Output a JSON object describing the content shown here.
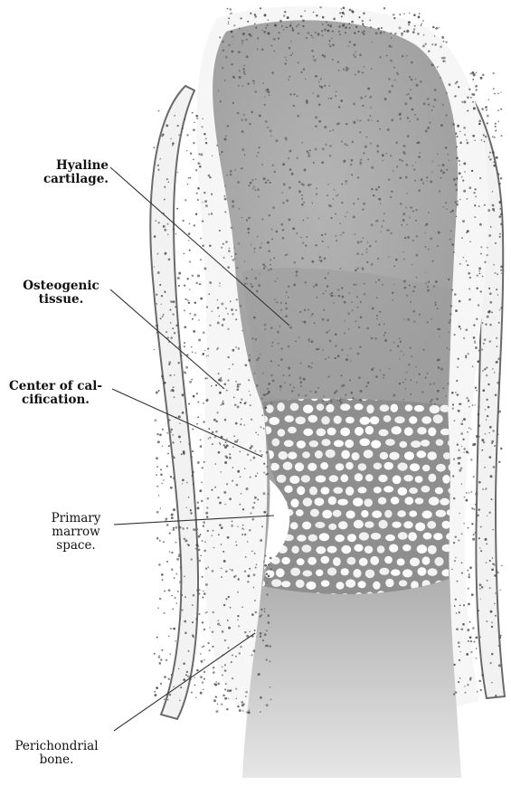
{
  "labels": {
    "hyaline": {
      "line1": "Hyaline",
      "line2": "cartilage."
    },
    "osteogenic": {
      "line1": "Osteogenic",
      "line2": "tissue."
    },
    "calcification": {
      "line1": "Center of cal-",
      "line2": "cification."
    },
    "marrow": {
      "line1": "Primary",
      "line2": "marrow",
      "line3": "space."
    },
    "perichondrial": {
      "line1": "Perichondrial",
      "line2": "bone."
    }
  },
  "colors": {
    "cartilage": "#a8a8a8",
    "ossified": "#9a9a9a",
    "periosteum": "#f1f1f1",
    "stipple": "#5a5a5a",
    "leader": "#333333"
  }
}
